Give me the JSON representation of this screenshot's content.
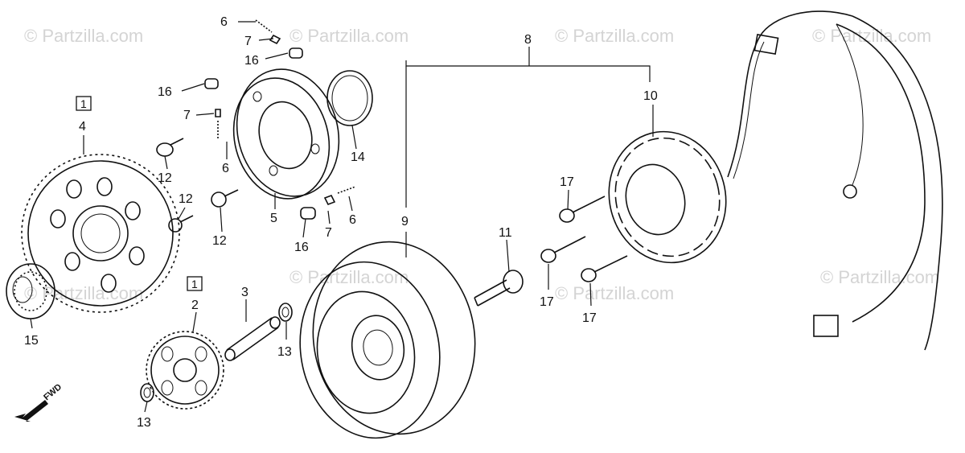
{
  "watermark": "© Partzilla.com",
  "fwd_label": "FWD",
  "callouts": {
    "c1": "6",
    "c2": "7",
    "c3": "16",
    "c4": "16",
    "c5": "7",
    "c6": "6",
    "c7": "12",
    "c8": "12",
    "c9": "12",
    "c10": "5",
    "c11": "14",
    "c12": "7",
    "c13": "6",
    "c14": "16",
    "c15": "8",
    "c16": "10",
    "c17": "9",
    "c18": "11",
    "c19": "17",
    "c20": "17",
    "c21": "17",
    "c22": "4",
    "c23": "15",
    "c24": "2",
    "c25": "3",
    "c26": "13",
    "c27": "13"
  },
  "boxed_callouts": {
    "b1": "1",
    "b2": "1"
  }
}
